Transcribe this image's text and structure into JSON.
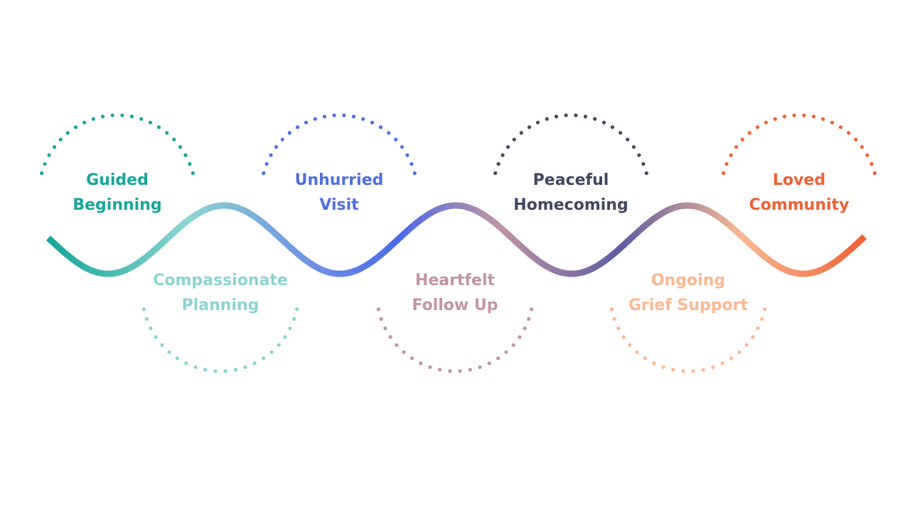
{
  "steps": [
    {
      "id": "guided-beginning",
      "lines": [
        "Guided",
        "Beginning"
      ],
      "color": "#16A59A",
      "position": "top"
    },
    {
      "id": "compassionate-planning",
      "lines": [
        "Compassionate",
        "Planning"
      ],
      "color": "#8AD4D0",
      "position": "bottom"
    },
    {
      "id": "unhurried-visit",
      "lines": [
        "Unhurried",
        "Visit"
      ],
      "color": "#4F6EE0",
      "position": "top"
    },
    {
      "id": "heartfelt-follow-up",
      "lines": [
        "Heartfelt",
        "Follow Up"
      ],
      "color": "#C094A4",
      "position": "bottom"
    },
    {
      "id": "peaceful-homecoming",
      "lines": [
        "Peaceful",
        "Homecoming"
      ],
      "color": "#42465E",
      "position": "top"
    },
    {
      "id": "ongoing-grief-support",
      "lines": [
        "Ongoing",
        "Grief Support"
      ],
      "color": "#F9B892",
      "position": "bottom"
    },
    {
      "id": "loved-community",
      "lines": [
        "Loved",
        "Community"
      ],
      "color": "#EE6033",
      "position": "top"
    }
  ],
  "wave_gradient": [
    "#16A59A",
    "#8AD4D0",
    "#5C82E6",
    "#4A6AE6",
    "#C094A4",
    "#5E5CA4",
    "#F9B892",
    "#EE6033"
  ]
}
